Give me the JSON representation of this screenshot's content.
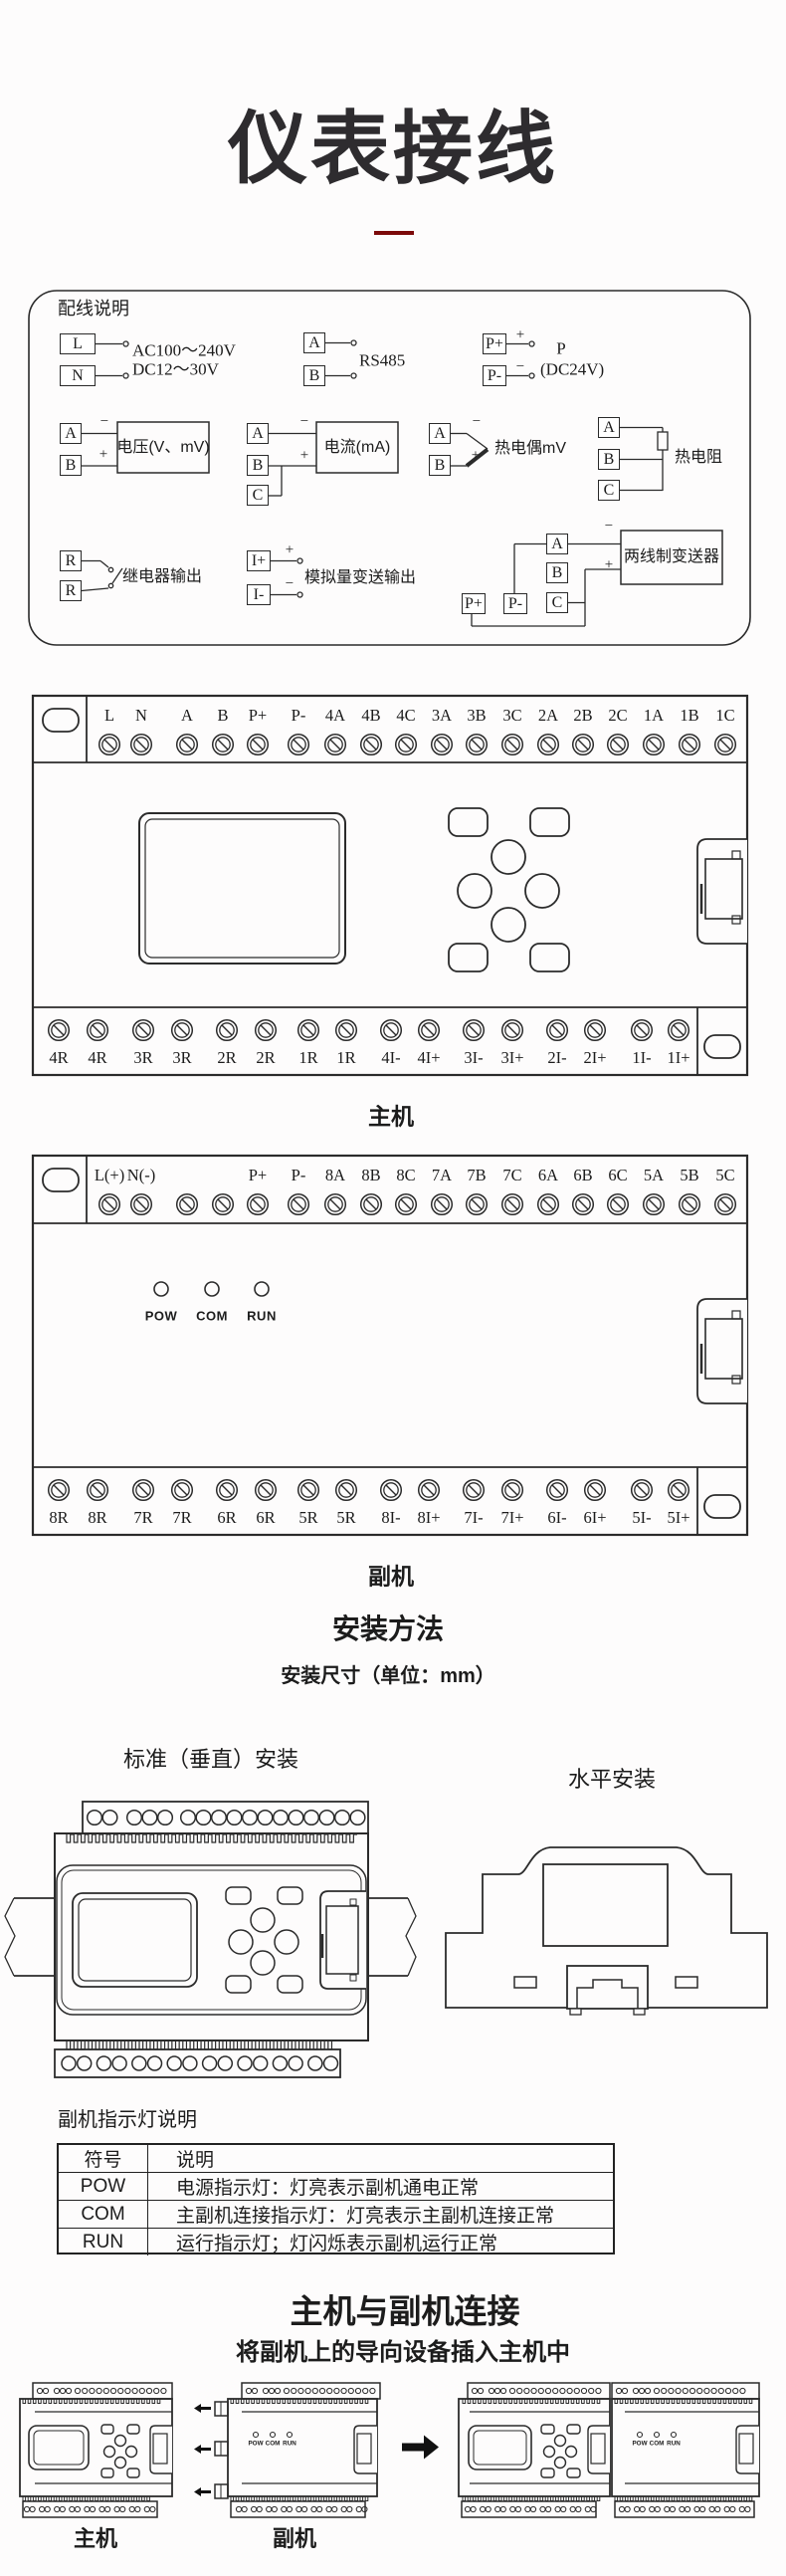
{
  "page": {
    "title": "仪表接线"
  },
  "wiring_box": {
    "label": "配线说明",
    "plus": "+",
    "minus": "−",
    "power": {
      "t1": "L",
      "t2": "N",
      "line1": "AC100～240V",
      "line2": "DC12～30V"
    },
    "rs485": {
      "t1": "A",
      "t2": "B",
      "label": "RS485"
    },
    "p24": {
      "t1": "P+",
      "t2": "P-",
      "label1": "P",
      "label2": "(DC24V)"
    },
    "voltage": {
      "t1": "A",
      "t2": "B",
      "label": "电压(V、mV)"
    },
    "current": {
      "t1": "A",
      "t2": "B",
      "t3": "C",
      "label": "电流(mA)"
    },
    "tc": {
      "t1": "A",
      "t2": "B",
      "label": "热电偶mV"
    },
    "rtd": {
      "t1": "A",
      "t2": "B",
      "t3": "C",
      "label": "热电阻"
    },
    "relay": {
      "t1": "R",
      "t2": "R",
      "label": "继电器输出"
    },
    "aout": {
      "t1": "I+",
      "t2": "I-",
      "label": "模拟量变送输出"
    },
    "tx": {
      "t1": "P+",
      "t2": "P-",
      "t3": "A",
      "t4": "B",
      "t5": "C",
      "label": "两线制变送器"
    }
  },
  "main_unit": {
    "caption": "主机",
    "top": [
      "L",
      "N",
      "A",
      "B",
      "P+",
      "P-",
      "4A",
      "4B",
      "4C",
      "3A",
      "3B",
      "3C",
      "2A",
      "2B",
      "2C",
      "1A",
      "1B",
      "1C"
    ],
    "bottom": [
      "4R",
      "4R",
      "3R",
      "3R",
      "2R",
      "2R",
      "1R",
      "1R",
      "4I-",
      "4I+",
      "3I-",
      "3I+",
      "2I-",
      "2I+",
      "1I-",
      "1I+"
    ]
  },
  "aux_unit": {
    "caption": "副机",
    "top": [
      "L(+)",
      "N(-)",
      "",
      "",
      "P+",
      "P-",
      "8A",
      "8B",
      "8C",
      "7A",
      "7B",
      "7C",
      "6A",
      "6B",
      "6C",
      "5A",
      "5B",
      "5C"
    ],
    "bottom": [
      "8R",
      "8R",
      "7R",
      "7R",
      "6R",
      "6R",
      "5R",
      "5R",
      "8I-",
      "8I+",
      "7I-",
      "7I+",
      "6I-",
      "6I+",
      "5I-",
      "5I+"
    ],
    "leds": [
      "POW",
      "COM",
      "RUN"
    ]
  },
  "install": {
    "heading": "安装方法",
    "sub": "安装尺寸（单位：mm）",
    "vertical": "标准（垂直）安装",
    "horizontal": "水平安装"
  },
  "led_table": {
    "title": "副机指示灯说明",
    "col1": "符号",
    "col2": "说明",
    "rows": [
      {
        "sym": "POW",
        "desc": "电源指示灯：灯亮表示副机通电正常"
      },
      {
        "sym": "COM",
        "desc": "主副机连接指示灯：灯亮表示主副机连接正常"
      },
      {
        "sym": "RUN",
        "desc": "运行指示灯；灯闪烁表示副机运行正常"
      }
    ]
  },
  "connection": {
    "heading": "主机与副机连接",
    "sub": "将副机上的导向设备插入主机中",
    "main_caption": "主机",
    "aux_caption": "副机"
  }
}
